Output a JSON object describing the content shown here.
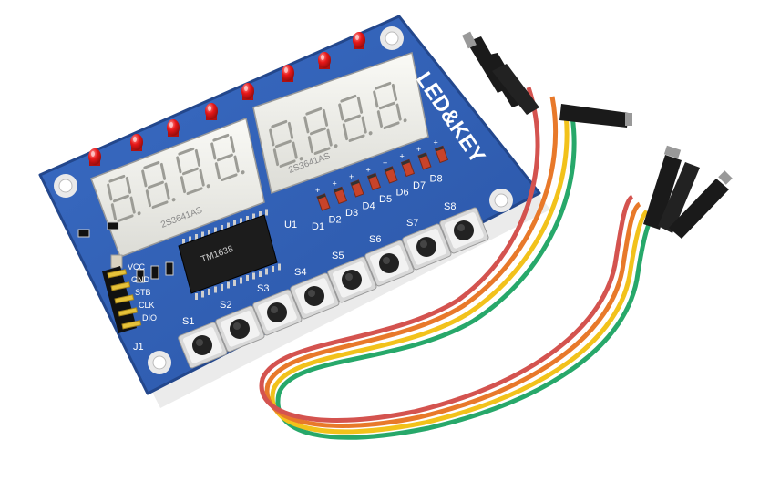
{
  "photo": {
    "board_title": "LED&KEY",
    "chip_label": "U1",
    "chip_marking": "TM1638",
    "display_marking": "2S3641AS",
    "header_label": "J1",
    "pins": [
      "VCC",
      "GND",
      "STB",
      "CLK",
      "DIO"
    ],
    "leds": [
      "D1",
      "D2",
      "D3",
      "D4",
      "D5",
      "D6",
      "D7",
      "D8"
    ],
    "switches": [
      "S1",
      "S2",
      "S3",
      "S4",
      "S5",
      "S6",
      "S7",
      "S8"
    ],
    "colors": {
      "pcb": "#2f5fb3",
      "pcb_edge": "#23478c",
      "led_red": "#e81818",
      "segment_display": "#f2f2ee",
      "button_base": "#eeeeee",
      "button_cap": "#222222",
      "wires": [
        "#27a86a",
        "#f2c21b",
        "#e8792a",
        "#d4534f"
      ]
    }
  }
}
